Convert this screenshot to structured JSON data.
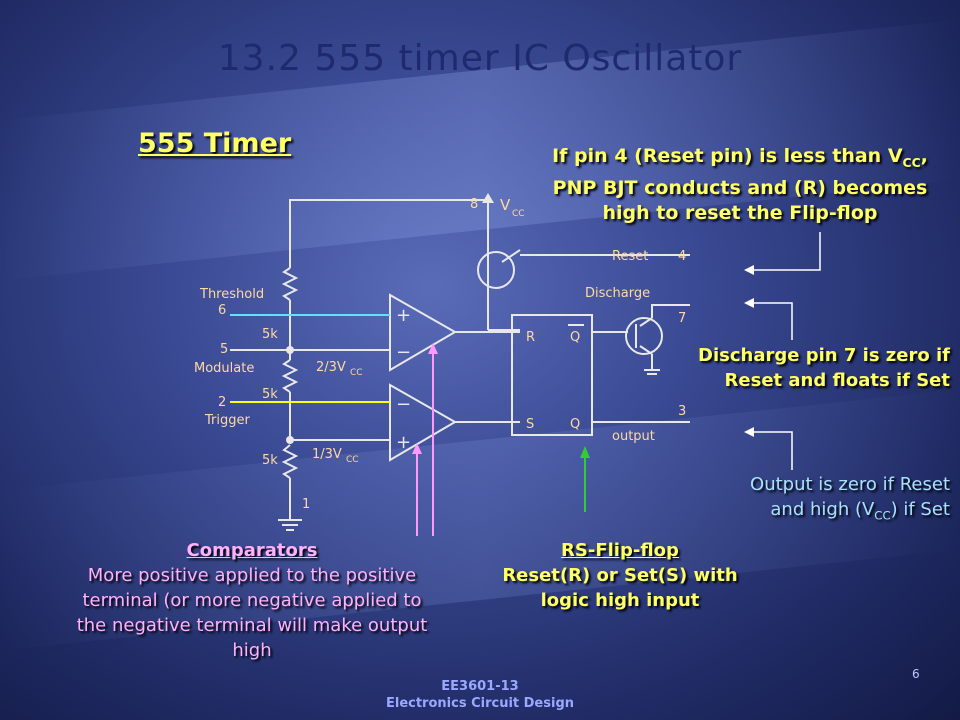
{
  "slide": {
    "title": "13.2  555 timer IC Oscillator",
    "subtitle": "555 Timer",
    "footer": {
      "line1": "EE3601-13",
      "line2": "Electronics Circuit Design"
    },
    "page_number": "6"
  },
  "notes": {
    "reset": {
      "line1_pre": "If pin 4 (Reset pin) is less than V",
      "line1_sub": "CC",
      "line1_post": ",",
      "line2": "PNP BJT conducts and (R) becomes",
      "line3": "high to reset the Flip-flop"
    },
    "discharge": {
      "line1": "Discharge pin 7 is zero if",
      "line2": "Reset and floats if Set"
    },
    "output": {
      "line1": "Output is zero if Reset",
      "line2_pre": "and high (V",
      "line2_sub": "CC",
      "line2_post": ") if Set"
    },
    "comparators": {
      "head": "Comparators",
      "line1": "More positive applied to the positive",
      "line2": "terminal (or more negative applied to",
      "line3": "the negative terminal will make output",
      "line4": "high"
    },
    "flipflop": {
      "head": "RS-Flip-flop",
      "line1": "Reset(R) or Set(S) with",
      "line2": "logic high input"
    }
  },
  "circuit": {
    "vcc_pin": "8",
    "vcc_label": "V",
    "vcc_sub": "CC",
    "threshold_label": "Threshold",
    "threshold_pin": "6",
    "modulate_pin": "5",
    "modulate_label": "Modulate",
    "trigger_pin": "2",
    "trigger_label": "Trigger",
    "ground_pin": "1",
    "resistor_label": "5k",
    "ref_high": "2/3V",
    "ref_low": "1/3V",
    "ref_sub": "CC",
    "reset_label": "Reset",
    "reset_pin": "4",
    "discharge_label": "Discharge",
    "discharge_pin": "7",
    "output_label": "output",
    "output_pin": "3",
    "ff_r": "R",
    "ff_s": "S",
    "ff_q": "Q",
    "plus": "+",
    "minus": "−"
  },
  "colors": {
    "title": "#1f2a6e",
    "note_yellow": "#ffff66",
    "note_cyan": "#a8e0ff",
    "note_pink": "#ffb0ff",
    "wire": "#e8e8e8",
    "threshold_wire": "#66e0ff",
    "trigger_wire": "#ffff00",
    "reset_arrow": "#ffffff",
    "comparator_arrow": "#ff99ff",
    "flipflop_arrow": "#33cc33",
    "label_orange": "#ffd9a0"
  }
}
